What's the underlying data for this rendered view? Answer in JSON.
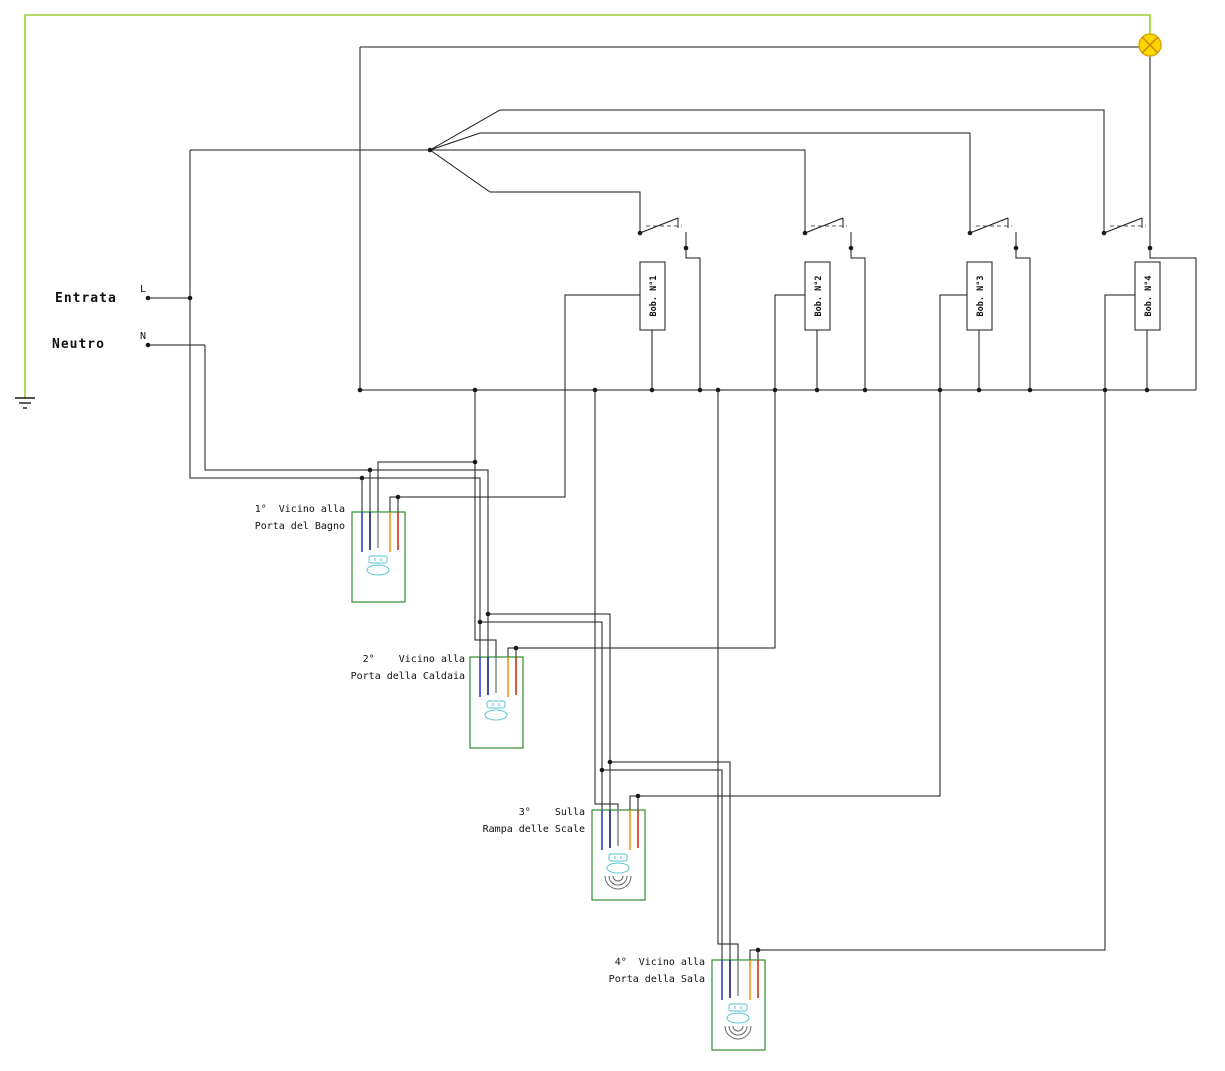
{
  "colors": {
    "wire": "#1a1a1a",
    "earth_wire": "#9ACD32",
    "lamp_fill": "#FFD700",
    "lamp_stroke": "#D9A404",
    "lamp_cross": "#C8860A",
    "box_border": "#2E8B2E",
    "indicator": "#56C5D0",
    "sounder": "#666666",
    "strands": [
      "#2233cc",
      "#001177",
      "#888888",
      "#ff8800",
      "#cc2200"
    ]
  },
  "supply": {
    "line_label": "Entrata",
    "neutral_label": "Neutro",
    "line_terminal": "L",
    "neutral_terminal": "N"
  },
  "relays": [
    {
      "label": "Bob. N°1"
    },
    {
      "label": "Bob. N°2"
    },
    {
      "label": "Bob. N°3"
    },
    {
      "label": "Bob. N°4"
    }
  ],
  "pushbutton_boxes": [
    {
      "label_line1": "1°  Vicino alla",
      "label_line2": "Porta del Bagno",
      "has_sounder": false
    },
    {
      "label_line1": "2°    Vicino alla",
      "label_line2": "Porta della Caldaia",
      "has_sounder": false
    },
    {
      "label_line1": "3°    Sulla",
      "label_line2": "Rampa delle Scale",
      "has_sounder": true
    },
    {
      "label_line1": "4°  Vicino alla",
      "label_line2": "Porta della Sala",
      "has_sounder": true
    }
  ],
  "icons": {
    "lamp": "lamp-icon",
    "earth": "earth-ground-icon",
    "indicator": "indicator-lamp-icon",
    "sounder": "buzzer-icon",
    "contact": "relay-contact-icon"
  }
}
